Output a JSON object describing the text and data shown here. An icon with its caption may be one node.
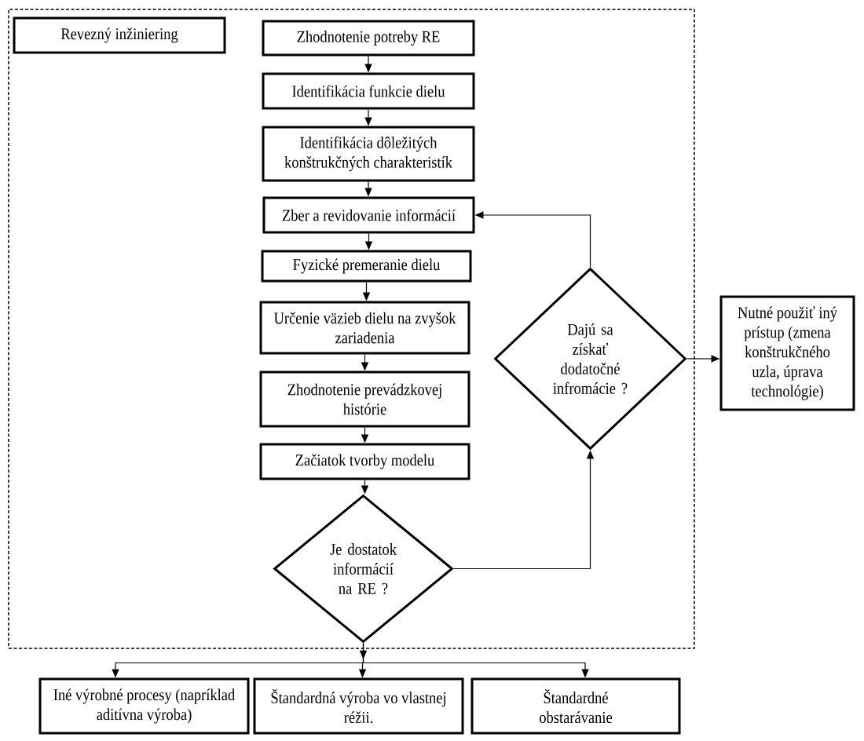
{
  "diagram": {
    "nodes": [
      {
        "text": [],
        "shape": "box"
      },
      {
        "text": [
          "Revezný inžiniering"
        ],
        "in": 0
      },
      {
        "text": [
          "Zhodnotenie potreby RE"
        ],
        "in": 0
      },
      {
        "text": [
          "Identifikácia funkcie dielu"
        ],
        "in": 0
      },
      {
        "text": [
          "Identifikácia dôležitých konštrukčných charakteristík"
        ],
        "in": 0
      },
      {
        "text": [
          "Zber a revidovanie informácií"
        ],
        "in": 0
      },
      {
        "text": [
          "Fyzické premeranie dielu"
        ],
        "in": 0
      },
      {
        "text": [
          "Určenie väzieb dielu na zvyšok zariadenia"
        ],
        "in": 0
      },
      {
        "text": [
          "Zhodnotenie prevádzkovej histórie"
        ],
        "in": 0
      },
      {
        "text": [
          "Začiatok tvorby modelu"
        ],
        "in": 0
      },
      {
        "text": [
          "Je dostatok informácií na RE ?"
        ],
        "in": 0
      },
      {
        "text": [
          "Dajú sa získať dodatočné infromácie ?"
        ],
        "in": 0
      },
      {
        "text": [
          "Nutné použiť iný prístup (zmena konštrukčného uzla, úprava technológie)"
        ]
      },
      {
        "text": [
          "Iné výrobné procesy (napríklad aditívna výroba)"
        ]
      },
      {
        "text": [
          "Štandardná výroba vo vlastnej réžii."
        ]
      },
      {
        "text": [
          "Štandardné obstarávanie"
        ]
      }
    ],
    "edges": [
      {
        "from": 2,
        "to": 3,
        "arrow": "to"
      },
      {
        "from": 3,
        "to": 4,
        "arrow": "to"
      },
      {
        "from": 4,
        "to": 5,
        "arrow": "to"
      },
      {
        "from": 5,
        "to": 6,
        "arrow": "to"
      },
      {
        "from": 6,
        "to": 7,
        "arrow": "to"
      },
      {
        "from": 7,
        "to": 8,
        "arrow": "to"
      },
      {
        "from": 8,
        "to": 9,
        "arrow": "to"
      },
      {
        "from": 9,
        "to": 10,
        "arrow": "to"
      },
      {
        "from": 10,
        "to": 11,
        "arrow": "to"
      },
      {
        "from": 11,
        "to": 5,
        "arrow": "to"
      },
      {
        "from": 11,
        "to": 12,
        "arrow": "to"
      },
      {
        "from": 10,
        "to": 13,
        "arrow": "to"
      },
      {
        "from": 10,
        "to": 14,
        "arrow": "to"
      },
      {
        "from": 10,
        "to": 15,
        "arrow": "to"
      }
    ]
  }
}
